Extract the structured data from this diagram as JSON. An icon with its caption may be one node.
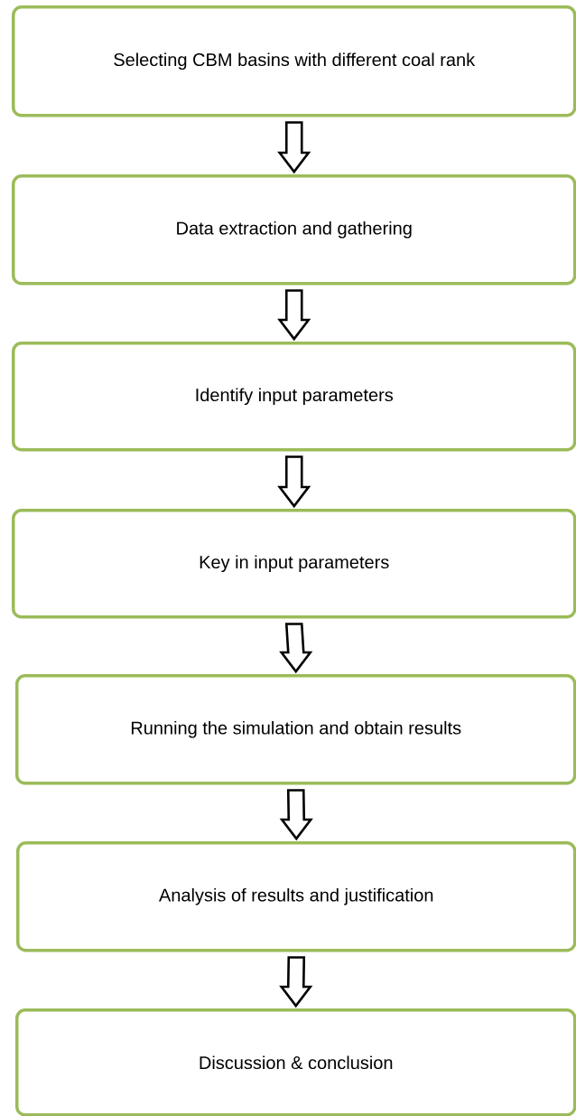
{
  "diagram": {
    "nodes": [
      {
        "text": [
          "Selecting CBM basins with different coal rank"
        ]
      },
      {
        "text": [
          "Data extraction and gathering"
        ]
      },
      {
        "text": [
          "Identify input parameters"
        ]
      },
      {
        "text": [
          "Key in input parameters"
        ]
      },
      {
        "text": [
          "Running the simulation and obtain results"
        ]
      },
      {
        "text": [
          "Analysis of results and justification"
        ]
      },
      {
        "text": [
          "Discussion & conclusion"
        ]
      }
    ],
    "edges": [
      {
        "from": 0,
        "to": 1,
        "arrow": "to"
      },
      {
        "from": 1,
        "to": 2,
        "arrow": "to"
      },
      {
        "from": 2,
        "to": 3,
        "arrow": "to"
      },
      {
        "from": 3,
        "to": 4,
        "arrow": "to"
      },
      {
        "from": 4,
        "to": 5,
        "arrow": "to"
      },
      {
        "from": 5,
        "to": 6,
        "arrow": "to"
      }
    ]
  }
}
